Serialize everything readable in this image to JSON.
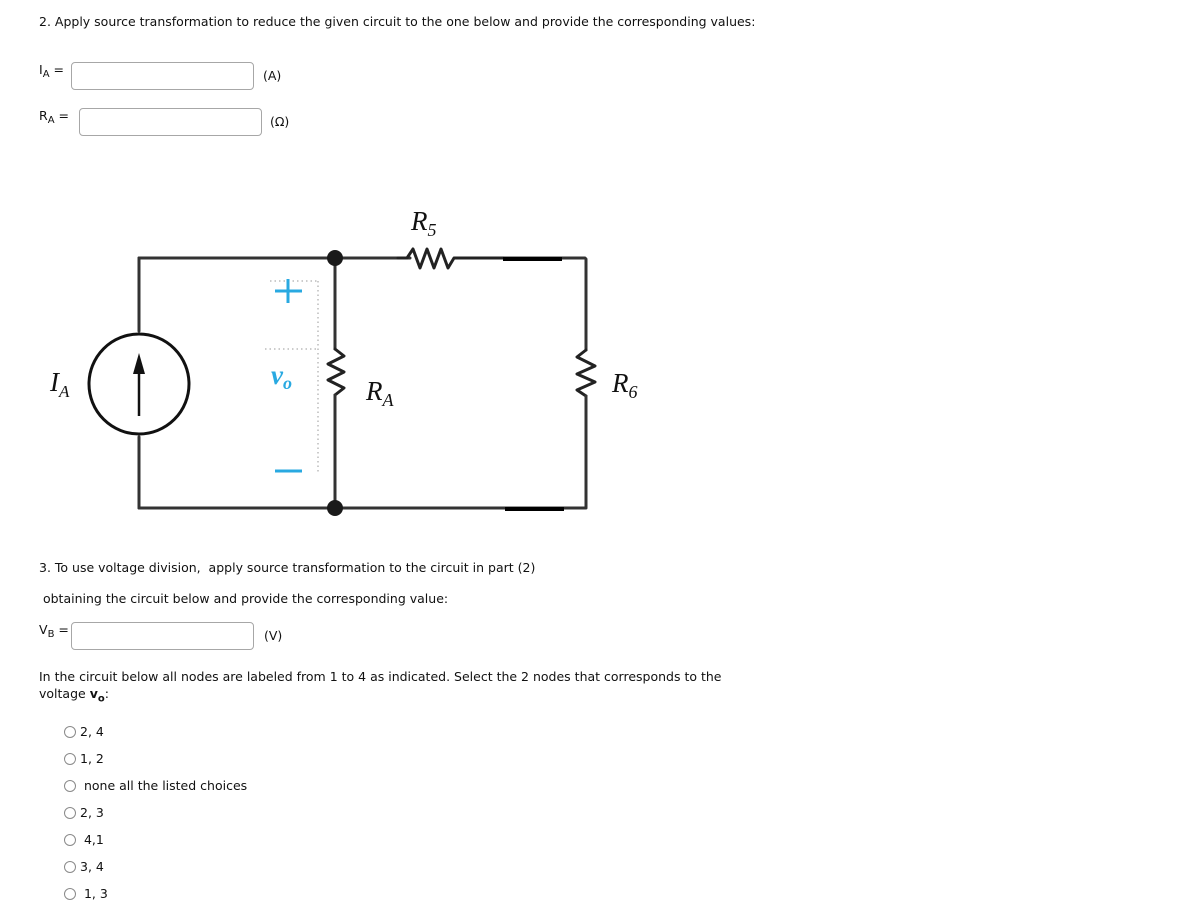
{
  "question2": {
    "prompt": "2. Apply source transformation to reduce the given circuit to the one  below and provide the corresponding values:",
    "fields": [
      {
        "label_main": "I",
        "label_sub": "A",
        "label_suffix": " =",
        "value": "",
        "unit": "(A)"
      },
      {
        "label_main": "R",
        "label_sub": "A",
        "label_suffix": " =",
        "value": "",
        "unit": "(Ω)"
      }
    ]
  },
  "circuit": {
    "source_label": "I",
    "source_sub": "A",
    "vo_label": "v",
    "vo_sub": "o",
    "plus": "+",
    "minus": "−",
    "r5_label": "R",
    "r5_sub": "5",
    "ra_label": "R",
    "ra_sub": "A",
    "r6_label": "R",
    "r6_sub": "6",
    "accent_color": "#29a9e1"
  },
  "question3": {
    "line1": "3. To use voltage division,  apply source transformation to the circuit in part (2)",
    "line2": " obtaining the circuit below and provide the corresponding value:",
    "field": {
      "label_main": "V",
      "label_sub": "B",
      "label_suffix": " =",
      "value": "",
      "unit": "(V)"
    }
  },
  "question4": {
    "prompt_part1": "In the circuit below all nodes are labeled from 1 to 4 as indicated.  Select the 2 nodes that corresponds to the voltage ",
    "prompt_var": "v",
    "prompt_var_sub": "o",
    "prompt_end": ":",
    "options": [
      "2, 4",
      "1, 2",
      " none all the listed choices",
      "2, 3",
      " 4,1",
      "3, 4",
      " 1, 3"
    ]
  }
}
